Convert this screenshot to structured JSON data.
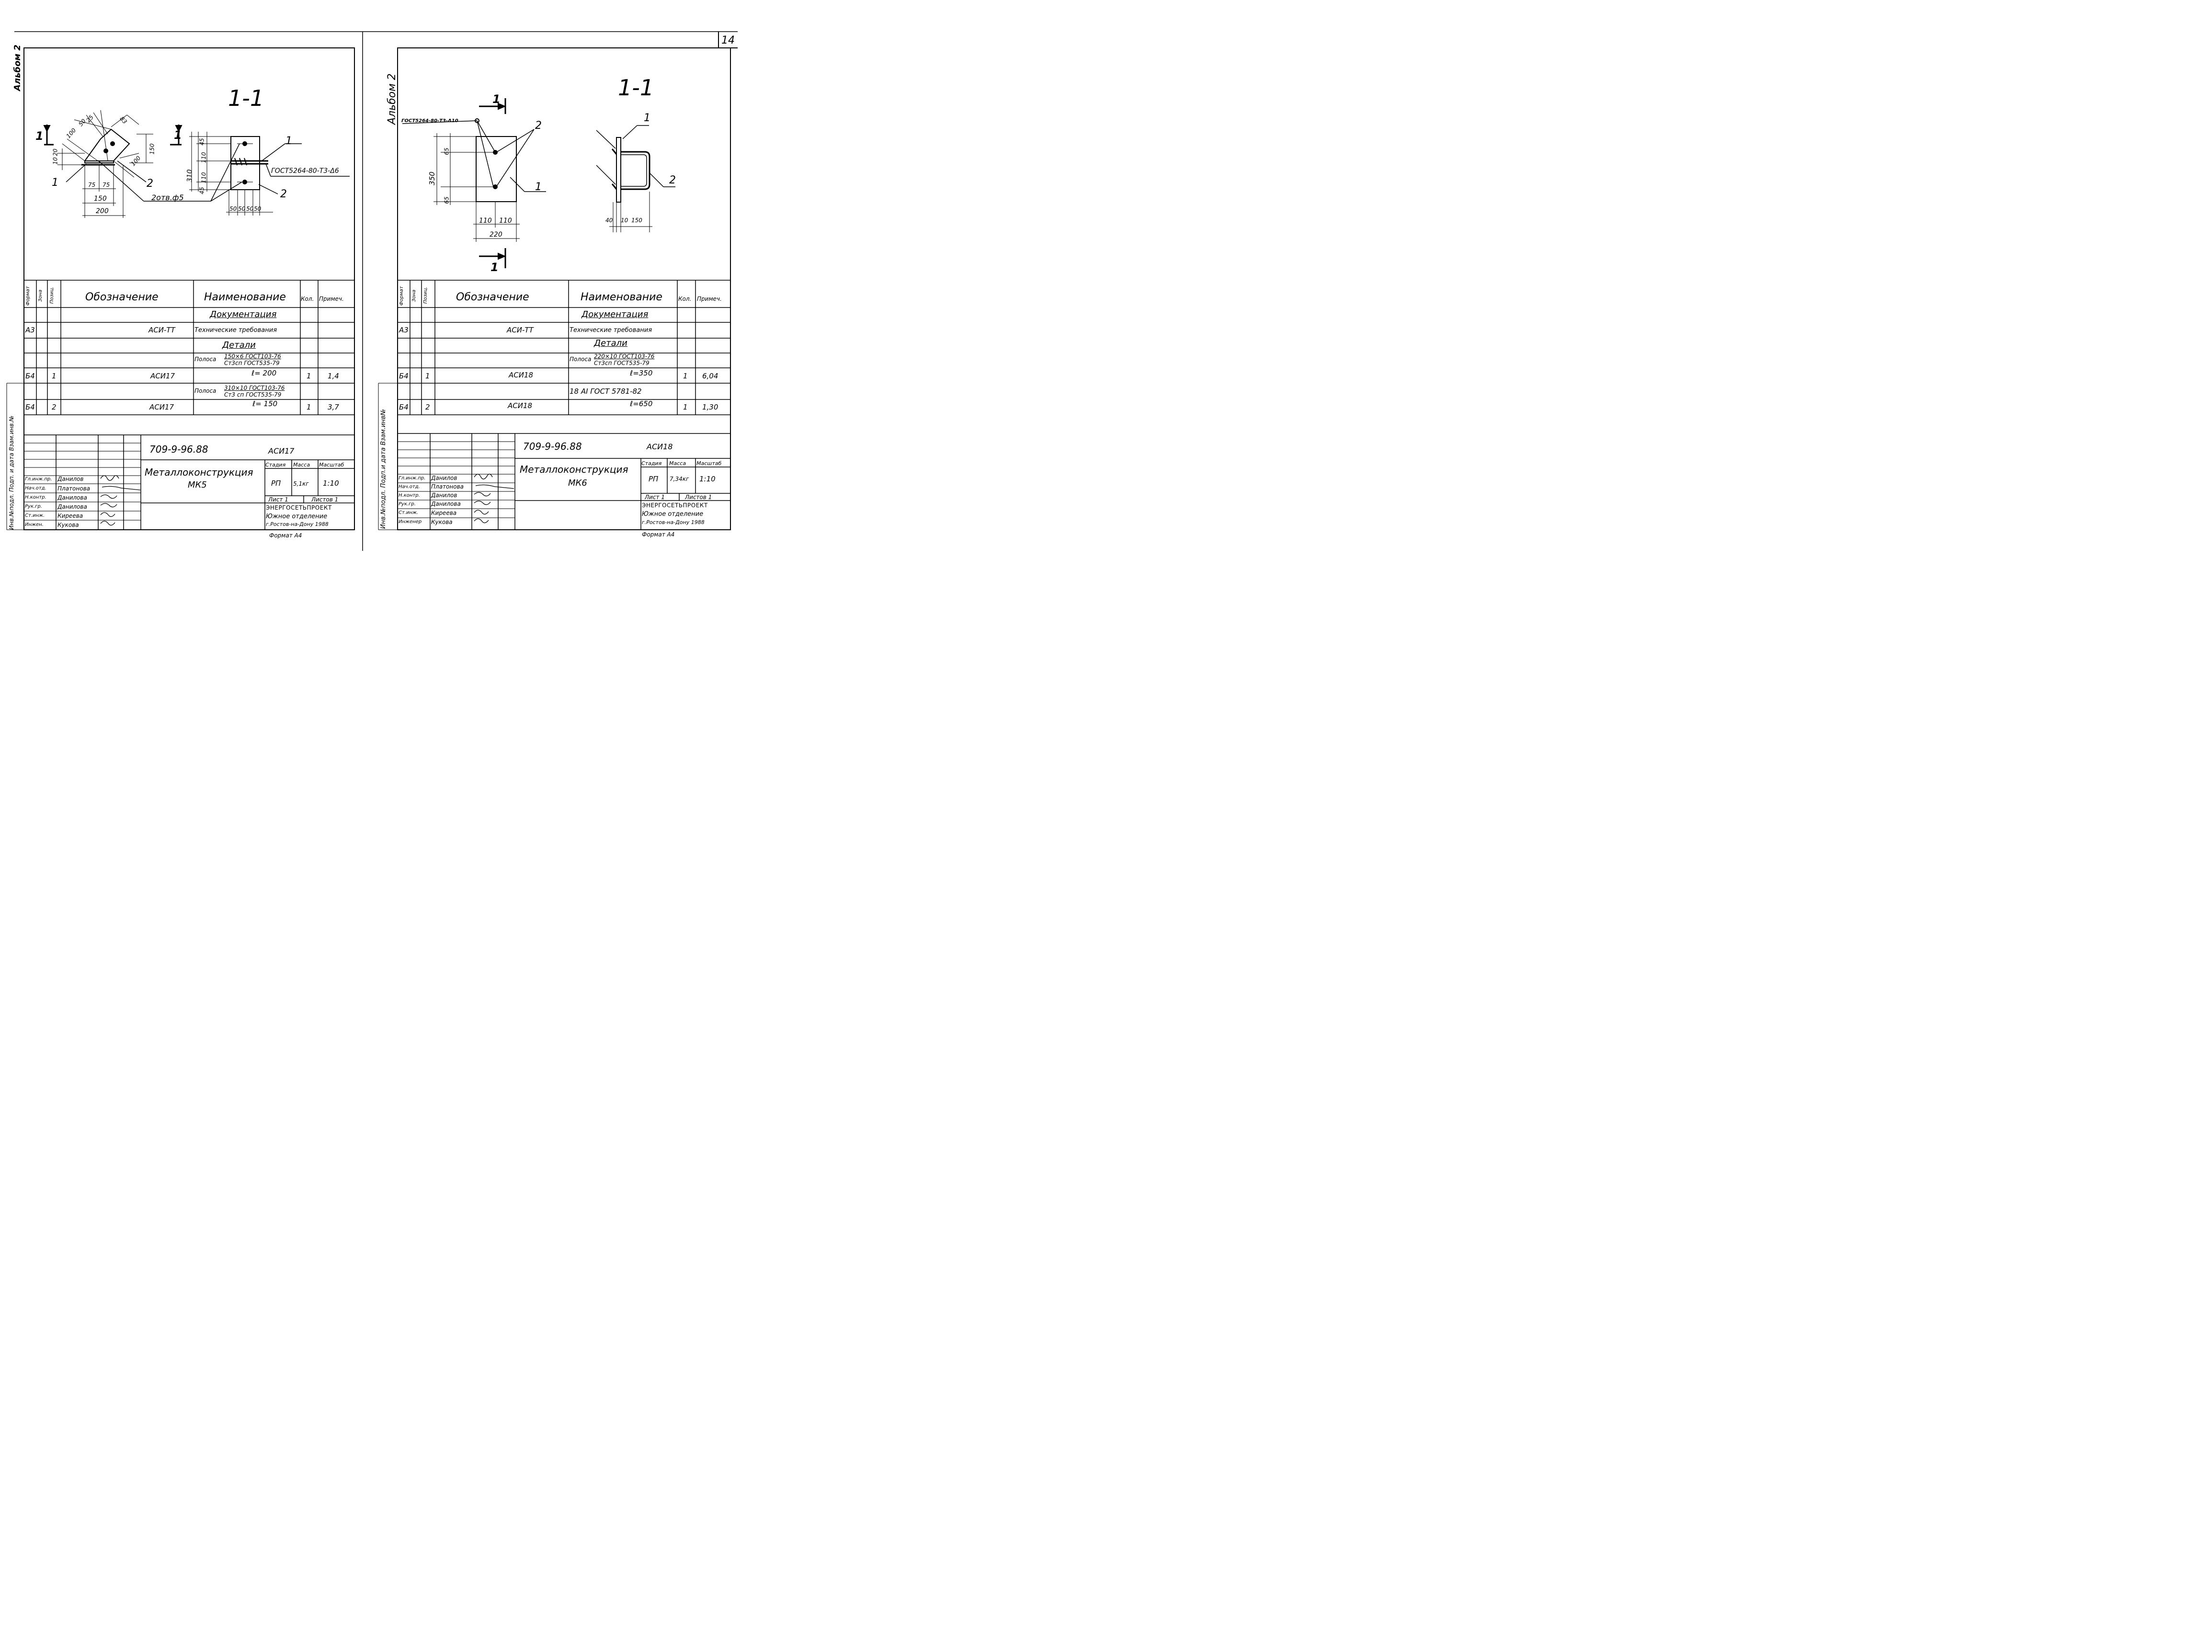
{
  "page_number": "14",
  "album_label": "Альбом 2",
  "left_margin_label_top": "Альбом 2",
  "left_margin_label_bottom": "Инв.№подл. Подп. и дата Взам.инв.№",
  "right_margin_label": "Инв.№подл. Подп.и дата Взам.инв№",
  "table_headers": {
    "format": "Формат",
    "zone": "Зона",
    "pos": "Позиц.",
    "designation": "Обозначение",
    "name": "Наименование",
    "qty": "Кол.",
    "note": "Примеч."
  },
  "left_sheet": {
    "section_label": "1-1",
    "dims": {
      "d100a": "100",
      "d50": "50",
      "d25": "25",
      "d83": "83",
      "d150v": "150",
      "d10": "10",
      "d20": "20",
      "d100b": "100",
      "d75a": "75",
      "d75b": "75",
      "d150": "150",
      "d200": "200",
      "d310": "310",
      "d45a": "45",
      "d110a": "110",
      "d110b": "110",
      "d45b": "45",
      "d50a": "50",
      "d50b": "50",
      "d50c": "50",
      "d50d": "50",
      "holes": "2отв.ф5",
      "weld": "ГОСТ5264-80-Т3-Δ6",
      "pos1a": "1",
      "pos1b": "1",
      "pos2a": "2",
      "pos2b": "2",
      "cut1a": "1",
      "cut1b": "1"
    },
    "rows": [
      {
        "format": "",
        "zone": "",
        "pos": "",
        "designation": "",
        "name": "Документация",
        "name_underline": true,
        "qty": "",
        "note": ""
      },
      {
        "format": "А3",
        "zone": "",
        "pos": "",
        "designation": "АСИ-ТТ",
        "name": "Технические требования",
        "qty": "",
        "note": ""
      },
      {
        "format": "",
        "zone": "",
        "pos": "",
        "designation": "",
        "name": "Детали",
        "name_underline": true,
        "qty": "",
        "note": ""
      },
      {
        "format": "",
        "zone": "",
        "pos": "",
        "designation": "",
        "name_prefix": "Полоса",
        "name_top": "150×6 ГОСТ103-76",
        "name_bottom": "Ст3сп ГОСТ535-79",
        "qty": "",
        "note": ""
      },
      {
        "format": "Б4",
        "zone": "",
        "pos": "1",
        "designation": "АСИ17",
        "name": "ℓ= 200",
        "qty": "1",
        "note": "1,4"
      },
      {
        "format": "",
        "zone": "",
        "pos": "",
        "designation": "",
        "name_prefix": "Полоса",
        "name_top": "310×10 ГОСТ103-76",
        "name_bottom": "Ст3 сп ГОСТ535-79",
        "qty": "",
        "note": ""
      },
      {
        "format": "Б4",
        "zone": "",
        "pos": "2",
        "designation": "АСИ17",
        "name": "ℓ= 150",
        "qty": "1",
        "note": "3,7"
      }
    ],
    "title_block": {
      "doc_code": "709-9-96.88",
      "doc_mark": "АСИ17",
      "title": "Металлоконструкция",
      "subtitle": "МК5",
      "stage_h": "Стадия",
      "mass_h": "Масса",
      "scale_h": "Масштаб",
      "stage": "РП",
      "mass": "5,1кг",
      "scale": "1:10",
      "sheet": "Лист 1",
      "sheets": "Листов 1",
      "org1": "ЭНЕРГОСЕТЬПРОЕКТ",
      "org2": "Южное отделение",
      "org3": "г.Ростов-на-Дону 1988",
      "format": "Формат А4",
      "people": [
        {
          "role": "Гл.инж.пр.",
          "name": "Данилов"
        },
        {
          "role": "Нач.отд.",
          "name": "Платонова"
        },
        {
          "role": "Н.контр.",
          "name": "Данилова"
        },
        {
          "role": "Рук.гр.",
          "name": "Данилова"
        },
        {
          "role": "Ст.инж.",
          "name": "Киреева"
        },
        {
          "role": "Инжен.",
          "name": "Кукова"
        }
      ]
    }
  },
  "right_sheet": {
    "section_label": "1-1",
    "dims": {
      "d65a": "65",
      "d65b": "65",
      "d350": "350",
      "d110a": "110",
      "d110b": "110",
      "d220": "220",
      "d40": "40",
      "d10": "10",
      "d150": "150",
      "weld": "ГОСТ5264-80-Т3-Δ10",
      "pos1a": "1",
      "pos1b": "1",
      "pos2a": "2",
      "pos2b": "2",
      "cut1a": "1",
      "cut1b": "1"
    },
    "rows": [
      {
        "format": "",
        "zone": "",
        "pos": "",
        "designation": "",
        "name": "Документация",
        "name_underline": true,
        "qty": "",
        "note": ""
      },
      {
        "format": "А3",
        "zone": "",
        "pos": "",
        "designation": "АСИ-ТТ",
        "name": "Технические требования",
        "qty": "",
        "note": ""
      },
      {
        "format": "",
        "zone": "",
        "pos": "",
        "designation": "",
        "name": "Детали",
        "name_underline": true,
        "qty": "",
        "note": ""
      },
      {
        "format": "",
        "zone": "",
        "pos": "",
        "designation": "",
        "name_prefix": "Полоса",
        "name_top": "220×10 ГОСТ103-76",
        "name_bottom": "Ст3сп ГОСТ535-79",
        "qty": "",
        "note": ""
      },
      {
        "format": "Б4",
        "zone": "",
        "pos": "1",
        "designation": "АСИ18",
        "name": "ℓ=350",
        "qty": "1",
        "note": "6,04"
      },
      {
        "format": "",
        "zone": "",
        "pos": "",
        "designation": "",
        "name": "18 АI ГОСТ 5781-82",
        "qty": "",
        "note": ""
      },
      {
        "format": "Б4",
        "zone": "",
        "pos": "2",
        "designation": "АСИ18",
        "name": "ℓ=650",
        "qty": "1",
        "note": "1,30"
      }
    ],
    "title_block": {
      "doc_code": "709-9-96.88",
      "doc_mark": "АСИ18",
      "title": "Металлоконструкция",
      "subtitle": "МК6",
      "stage_h": "Стадия",
      "mass_h": "Масса",
      "scale_h": "Масштаб",
      "stage": "РП",
      "mass": "7,34кг",
      "scale": "1:10",
      "sheet": "Лист 1",
      "sheets": "Листов 1",
      "org1": "ЭНЕРГОСЕТЬПРОЕКТ",
      "org2": "Южное отделение",
      "org3": "г.Ростов-на-Дону 1988",
      "format": "Формат А4",
      "people": [
        {
          "role": "Гл.инж.пр.",
          "name": "Данилов"
        },
        {
          "role": "Нач.отд.",
          "name": "Платонова"
        },
        {
          "role": "Н.контр.",
          "name": "Данилов"
        },
        {
          "role": "Рук.гр.",
          "name": "Данилова"
        },
        {
          "role": "Ст.инж.",
          "name": "Киреева"
        },
        {
          "role": "Инженер",
          "name": "Кукова"
        }
      ]
    }
  }
}
